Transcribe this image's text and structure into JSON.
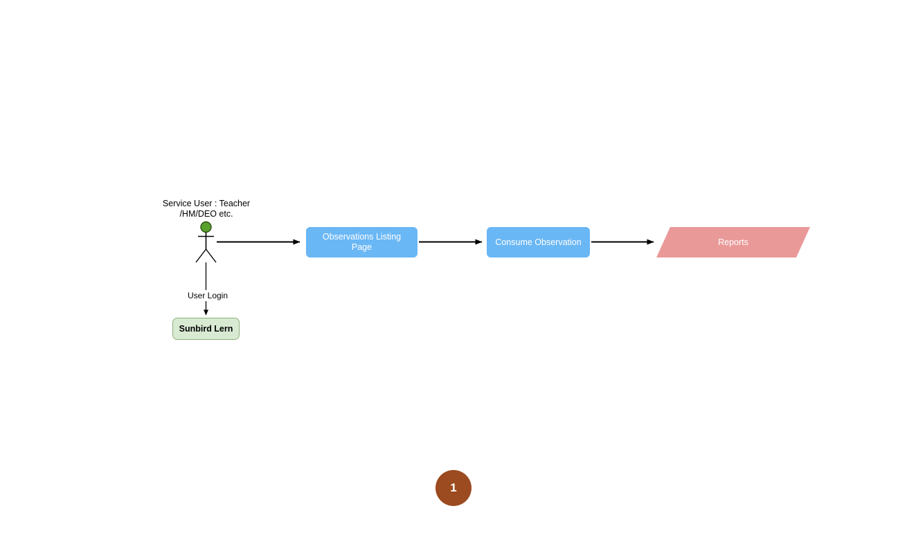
{
  "diagram": {
    "actor": {
      "name": "Service User : Teacher\n/HM/DEO etc.",
      "head_color": "#5aa02c",
      "head_stroke": "#2d5016",
      "body_color": "#000000"
    },
    "nodes": [
      {
        "id": "observations-listing-page",
        "label": "Observations Listing Page",
        "shape": "rounded-rect",
        "fill": "#6ab7f5",
        "text_color": "#ffffff"
      },
      {
        "id": "consume-observation",
        "label": "Consume Observation",
        "shape": "rounded-rect",
        "fill": "#6ab7f5",
        "text_color": "#ffffff"
      },
      {
        "id": "reports",
        "label": "Reports",
        "shape": "parallelogram",
        "fill": "#ea9999",
        "text_color": "#ffffff"
      },
      {
        "id": "sunbird-lern",
        "label": "Sunbird Lern",
        "shape": "rounded-rect",
        "fill": "#d9ead3",
        "stroke": "#8cb07a",
        "text_color": "#000000"
      }
    ],
    "edges": [
      {
        "from": "actor",
        "to": "observations-listing-page",
        "label": ""
      },
      {
        "from": "observations-listing-page",
        "to": "consume-observation",
        "label": ""
      },
      {
        "from": "consume-observation",
        "to": "reports",
        "label": ""
      },
      {
        "from": "actor",
        "to": "sunbird-lern",
        "label": "User Login"
      }
    ],
    "page_badge": {
      "number": "1",
      "fill": "#9c4a1f",
      "text_color": "#ffffff"
    }
  }
}
